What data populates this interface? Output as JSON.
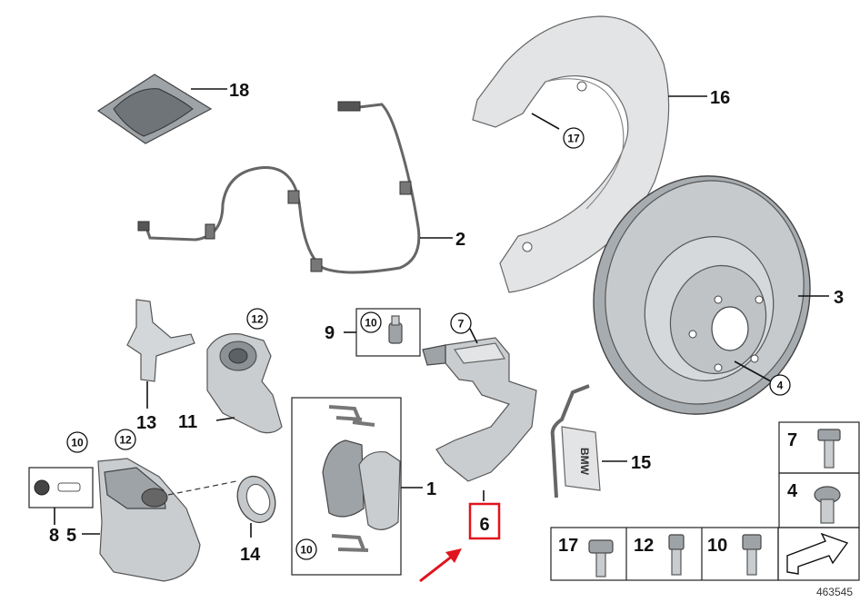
{
  "diagram": {
    "labels": {
      "p1": "1",
      "p2": "2",
      "p3": "3",
      "p4": "4",
      "p5": "5",
      "p6": "6",
      "p7": "7",
      "p8": "8",
      "p9": "9",
      "p10": "10",
      "p11": "11",
      "p12": "12",
      "p13": "13",
      "p14": "14",
      "p15": "15",
      "p16": "16",
      "p17": "17",
      "p18": "18"
    },
    "legend": {
      "l7": "7",
      "l4": "4",
      "l17": "17",
      "l12": "12",
      "l10": "10"
    },
    "clip_logo_text": "BMW",
    "reference_number": "463545",
    "highlight_color": "#e0141e"
  }
}
